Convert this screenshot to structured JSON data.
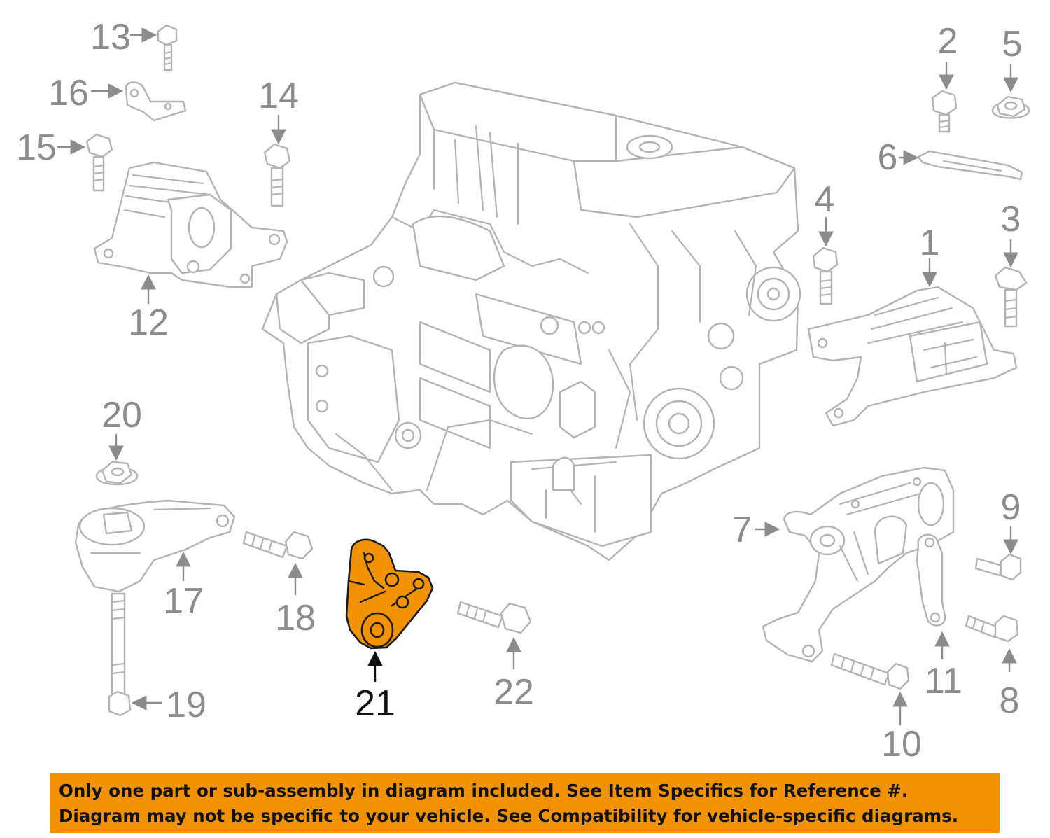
{
  "diagram": {
    "highlighted_part": "21",
    "highlight_color": "#f39200",
    "part_color": "#b3b3b3",
    "callouts": [
      {
        "id": "1",
        "label": "1"
      },
      {
        "id": "2",
        "label": "2"
      },
      {
        "id": "3",
        "label": "3"
      },
      {
        "id": "4",
        "label": "4"
      },
      {
        "id": "5",
        "label": "5"
      },
      {
        "id": "6",
        "label": "6"
      },
      {
        "id": "7",
        "label": "7"
      },
      {
        "id": "8",
        "label": "8"
      },
      {
        "id": "9",
        "label": "9"
      },
      {
        "id": "10",
        "label": "10"
      },
      {
        "id": "11",
        "label": "11"
      },
      {
        "id": "12",
        "label": "12"
      },
      {
        "id": "13",
        "label": "13"
      },
      {
        "id": "14",
        "label": "14"
      },
      {
        "id": "15",
        "label": "15"
      },
      {
        "id": "16",
        "label": "16"
      },
      {
        "id": "17",
        "label": "17"
      },
      {
        "id": "18",
        "label": "18"
      },
      {
        "id": "19",
        "label": "19"
      },
      {
        "id": "20",
        "label": "20"
      },
      {
        "id": "21",
        "label": "21"
      },
      {
        "id": "22",
        "label": "22"
      }
    ]
  },
  "notice": {
    "background": "#f39200",
    "line1": "Only one part or sub-assembly in diagram included. See Item Specifics for Reference #.",
    "line2": "Diagram may not be specific to your vehicle. See Compatibility for vehicle-specific diagrams."
  }
}
